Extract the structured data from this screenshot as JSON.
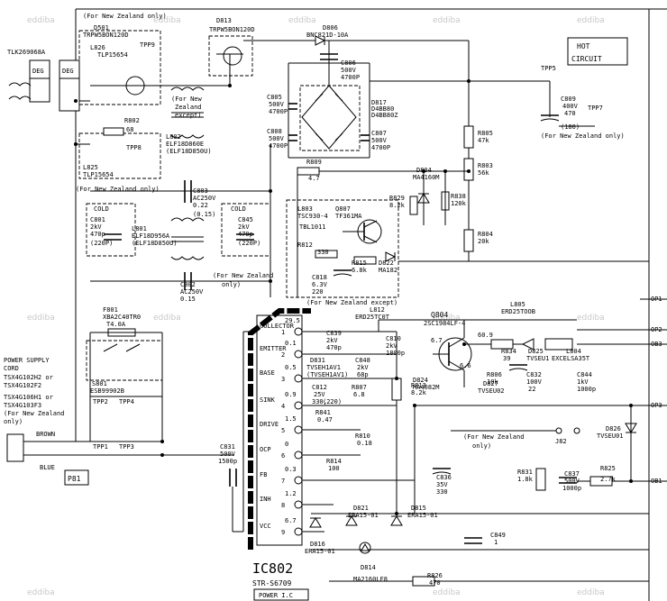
{
  "watermark": "eddiba",
  "hot_circuit": {
    "line1": "HOT",
    "line2": "CIRCUIT"
  },
  "ic": {
    "name": "IC802",
    "part": "STR-S6709",
    "caption": "POWER I.C",
    "pins": [
      {
        "num": "1",
        "name": "COLLECTOR",
        "volt": "29.5"
      },
      {
        "num": "2",
        "name": "EMITTER",
        "volt": "0.1"
      },
      {
        "num": "3",
        "name": "BASE",
        "volt": "0.5"
      },
      {
        "num": "4",
        "name": "SINK",
        "volt": "0.9"
      },
      {
        "num": "5",
        "name": "DRIVE",
        "volt": "1.5"
      },
      {
        "num": "6",
        "name": "OCP",
        "volt": "0"
      },
      {
        "num": "7",
        "name": "FB",
        "volt": "0.3"
      },
      {
        "num": "8",
        "name": "INH",
        "volt": "1.2"
      },
      {
        "num": "9",
        "name": "VCC",
        "volt": "6.7"
      }
    ]
  },
  "transistor_q804": {
    "name": "Q804",
    "part": "2SC1984LF-4",
    "v_base": "6.7",
    "v_coll": "60.9",
    "v_emit": "6.6"
  },
  "notes": {
    "nz_only": "(For New Zealand only)",
    "nz_except_1": "(For New",
    "nz_except_2": "Zealand",
    "nz_except_3": "except)",
    "nz_except_inline": "(For New Zealand except)",
    "nz_only_a": "(For New Zealand",
    "nz_only_b": "only)"
  },
  "power_cord": {
    "line1": "POWER SUPPLY",
    "line2": "CORD",
    "p1": "TSX4G102H2 or",
    "p2": "TSX4G102F2",
    "p3": "TSX4G106H1 or",
    "p4": "TSX4G103F3",
    "p5": "(For New Zealand",
    "p6": "only)",
    "brown": "BROWN",
    "blue": "BLUE",
    "plug": "P81"
  },
  "components": [
    {
      "id": "tlk",
      "label": "TLK269068A"
    },
    {
      "id": "deg1",
      "label": "DEG"
    },
    {
      "id": "deg2",
      "label": "DEG"
    },
    {
      "id": "d501",
      "label": "D501"
    },
    {
      "id": "d501p",
      "label": "TRPW5BON120D"
    },
    {
      "id": "l826",
      "label": "L826"
    },
    {
      "id": "l826p",
      "label": "TLP15654"
    },
    {
      "id": "tpp9",
      "label": "TPP9"
    },
    {
      "id": "d813",
      "label": "D813"
    },
    {
      "id": "d813p",
      "label": "TRPW5BON120D"
    },
    {
      "id": "r802",
      "label": "R802"
    },
    {
      "id": "r802v",
      "label": "68"
    },
    {
      "id": "tpp8",
      "label": "TPP8"
    },
    {
      "id": "l825",
      "label": "L825"
    },
    {
      "id": "l825p",
      "label": "TLP15654"
    },
    {
      "id": "l802",
      "label": "L802"
    },
    {
      "id": "l802p1",
      "label": "ELF18D860E"
    },
    {
      "id": "l802p2",
      "label": "(ELF18D850U)"
    },
    {
      "id": "d806",
      "label": "D806"
    },
    {
      "id": "d806p",
      "label": "BNC821D-10A"
    },
    {
      "id": "c806",
      "label": "C806"
    },
    {
      "id": "c806v1",
      "label": "500V"
    },
    {
      "id": "c806v2",
      "label": "4700P"
    },
    {
      "id": "c805",
      "label": "C805"
    },
    {
      "id": "c805v1",
      "label": "500V"
    },
    {
      "id": "c805v2",
      "label": "4700P"
    },
    {
      "id": "d817",
      "label": "D817"
    },
    {
      "id": "d817p1",
      "label": "D4BB80"
    },
    {
      "id": "d817p2",
      "label": "D4BB80Z"
    },
    {
      "id": "c808",
      "label": "C808"
    },
    {
      "id": "c808v1",
      "label": "500V"
    },
    {
      "id": "c808v2",
      "label": "4700P"
    },
    {
      "id": "c807",
      "label": "C807"
    },
    {
      "id": "c807v1",
      "label": "500V"
    },
    {
      "id": "c807v2",
      "label": "4700P"
    },
    {
      "id": "tpp5",
      "label": "TPP5"
    },
    {
      "id": "c809",
      "label": "C809"
    },
    {
      "id": "c809v1",
      "label": "400V"
    },
    {
      "id": "c809v2",
      "label": "470"
    },
    {
      "id": "c809v3",
      "label": "(180)"
    },
    {
      "id": "tpp7",
      "label": "TPP7"
    },
    {
      "id": "r805",
      "label": "R805"
    },
    {
      "id": "r805v",
      "label": "47k"
    },
    {
      "id": "r803",
      "label": "R803"
    },
    {
      "id": "r803v",
      "label": "56k"
    },
    {
      "id": "r809",
      "label": "R809"
    },
    {
      "id": "r809v",
      "label": "4.7"
    },
    {
      "id": "d804",
      "label": "D804"
    },
    {
      "id": "d804p",
      "label": "MA4160M"
    },
    {
      "id": "r829",
      "label": "R829"
    },
    {
      "id": "r829v",
      "label": "8.2k"
    },
    {
      "id": "r838",
      "label": "R838"
    },
    {
      "id": "r838v",
      "label": "120k"
    },
    {
      "id": "r804",
      "label": "R804"
    },
    {
      "id": "r804v",
      "label": "20k"
    },
    {
      "id": "l803",
      "label": "L803"
    },
    {
      "id": "l803p",
      "label": "TSC930-4"
    },
    {
      "id": "q807",
      "label": "Q807"
    },
    {
      "id": "q807p",
      "label": "TF361MA"
    },
    {
      "id": "tbl",
      "label": "TBL1011"
    },
    {
      "id": "r812",
      "label": "R812"
    },
    {
      "id": "r812v",
      "label": "330"
    },
    {
      "id": "r815",
      "label": "R815"
    },
    {
      "id": "r815v",
      "label": "6.8k"
    },
    {
      "id": "d822",
      "label": "D822"
    },
    {
      "id": "d822p",
      "label": "MA182"
    },
    {
      "id": "c818",
      "label": "C818"
    },
    {
      "id": "c818v1",
      "label": "6.3V"
    },
    {
      "id": "c818v2",
      "label": "220"
    },
    {
      "id": "c803",
      "label": "C803"
    },
    {
      "id": "c803v1",
      "label": "AC250V"
    },
    {
      "id": "c803v2",
      "label": "0.22"
    },
    {
      "id": "c803v3",
      "label": "(0.15)"
    },
    {
      "id": "cold1",
      "label": "COLD"
    },
    {
      "id": "c801",
      "label": "C801"
    },
    {
      "id": "c801v1",
      "label": "2kV"
    },
    {
      "id": "c801v2",
      "label": "470p"
    },
    {
      "id": "c801v3",
      "label": "(220P)"
    },
    {
      "id": "l801",
      "label": "L801"
    },
    {
      "id": "l801p1",
      "label": "ELF18D956A"
    },
    {
      "id": "l801p2",
      "label": "(ELF18D850U)"
    },
    {
      "id": "cold2",
      "label": "COLD"
    },
    {
      "id": "c845",
      "label": "C845"
    },
    {
      "id": "c845v1",
      "label": "2kV"
    },
    {
      "id": "c845v2",
      "label": "470p"
    },
    {
      "id": "c845v3",
      "label": "(220P)"
    },
    {
      "id": "c802",
      "label": "C802"
    },
    {
      "id": "c802v1",
      "label": "AC250V"
    },
    {
      "id": "c802v2",
      "label": "0.15"
    },
    {
      "id": "f801",
      "label": "F801"
    },
    {
      "id": "f801p1",
      "label": "XBA2C40TR0"
    },
    {
      "id": "f801p2",
      "label": "T4.0A"
    },
    {
      "id": "s801",
      "label": "S801"
    },
    {
      "id": "s801p",
      "label": "ESB99902B"
    },
    {
      "id": "tpp2",
      "label": "TPP2"
    },
    {
      "id": "tpp4",
      "label": "TPP4"
    },
    {
      "id": "tpp1",
      "label": "TPP1"
    },
    {
      "id": "tpp3",
      "label": "TPP3"
    },
    {
      "id": "c831",
      "label": "C831"
    },
    {
      "id": "c831v1",
      "label": "500V"
    },
    {
      "id": "c831v2",
      "label": "1500p"
    },
    {
      "id": "l812",
      "label": "L812"
    },
    {
      "id": "l812p",
      "label": "ERD25TC0T"
    },
    {
      "id": "c839",
      "label": "C839"
    },
    {
      "id": "c839v1",
      "label": "2kV"
    },
    {
      "id": "c839v2",
      "label": "470p"
    },
    {
      "id": "c810",
      "label": "C810"
    },
    {
      "id": "c810v1",
      "label": "2kV"
    },
    {
      "id": "c810v2",
      "label": "1800p"
    },
    {
      "id": "d831",
      "label": "D831"
    },
    {
      "id": "d831p1",
      "label": "TVSEH1AV1"
    },
    {
      "id": "d831p2",
      "label": "(TVSEH1AV1)"
    },
    {
      "id": "c848",
      "label": "C848"
    },
    {
      "id": "c848v1",
      "label": "2kV"
    },
    {
      "id": "c848v2",
      "label": "68p"
    },
    {
      "id": "c812",
      "label": "C812"
    },
    {
      "id": "c812v1",
      "label": "25V"
    },
    {
      "id": "c812v2",
      "label": "330,"
    },
    {
      "id": "c812v3",
      "label": "(220)"
    },
    {
      "id": "r807",
      "label": "R807"
    },
    {
      "id": "r807v",
      "label": "6.8"
    },
    {
      "id": "r841",
      "label": "R841"
    },
    {
      "id": "r841v",
      "label": "0.47"
    },
    {
      "id": "r810",
      "label": "R810"
    },
    {
      "id": "r810v",
      "label": "0.18"
    },
    {
      "id": "r814",
      "label": "R814"
    },
    {
      "id": "r814v",
      "label": "100"
    },
    {
      "id": "r813",
      "label": "R813"
    },
    {
      "id": "r813v",
      "label": "8.2k"
    },
    {
      "id": "d824",
      "label": "D824"
    },
    {
      "id": "d824p",
      "label": "MA4082M"
    },
    {
      "id": "c836",
      "label": "C836"
    },
    {
      "id": "c836v1",
      "label": "35V"
    },
    {
      "id": "c836v2",
      "label": "330"
    },
    {
      "id": "r834",
      "label": "R834"
    },
    {
      "id": "r834v",
      "label": "39"
    },
    {
      "id": "r806",
      "label": "R806"
    },
    {
      "id": "r806v",
      "label": "10k"
    },
    {
      "id": "c832",
      "label": "C832"
    },
    {
      "id": "c832v1",
      "label": "100V"
    },
    {
      "id": "c832v2",
      "label": "22"
    },
    {
      "id": "d825",
      "label": "D825"
    },
    {
      "id": "d825p",
      "label": "TVSEU1"
    },
    {
      "id": "l804",
      "label": "L804"
    },
    {
      "id": "l804p",
      "label": "EXCELSA35T"
    },
    {
      "id": "c844",
      "label": "C844"
    },
    {
      "id": "c844v1",
      "label": "1kV"
    },
    {
      "id": "c844v2",
      "label": "1000p"
    },
    {
      "id": "l805",
      "label": "L805"
    },
    {
      "id": "l805p",
      "label": "ERD25TOOB"
    },
    {
      "id": "d827",
      "label": "D827"
    },
    {
      "id": "d827p",
      "label": "TVSEU02"
    },
    {
      "id": "j82",
      "label": "J82"
    },
    {
      "id": "d826",
      "label": "D826"
    },
    {
      "id": "d826p",
      "label": "TVSEU01"
    },
    {
      "id": "r831",
      "label": "R831"
    },
    {
      "id": "r831v",
      "label": "1.8k"
    },
    {
      "id": "c837",
      "label": "C837"
    },
    {
      "id": "c837v1",
      "label": "500V"
    },
    {
      "id": "c837v2",
      "label": "1000p"
    },
    {
      "id": "r825",
      "label": "R825"
    },
    {
      "id": "r825v",
      "label": "2.7k"
    },
    {
      "id": "d821",
      "label": "D821"
    },
    {
      "id": "d821p",
      "label": "ERA15-01"
    },
    {
      "id": "d815",
      "label": "D815"
    },
    {
      "id": "d815p",
      "label": "ERA15-01"
    },
    {
      "id": "d816",
      "label": "D816"
    },
    {
      "id": "d816p",
      "label": "ERA15-01"
    },
    {
      "id": "d814",
      "label": "D814"
    },
    {
      "id": "d814p",
      "label": "MA2160LF8"
    },
    {
      "id": "c849",
      "label": "C849"
    },
    {
      "id": "c849v",
      "label": "1"
    },
    {
      "id": "r826",
      "label": "R826"
    },
    {
      "id": "r826v",
      "label": "470"
    }
  ],
  "edge_labels": [
    "OP1",
    "OP2",
    "OB3",
    "OP3",
    "OB1"
  ]
}
